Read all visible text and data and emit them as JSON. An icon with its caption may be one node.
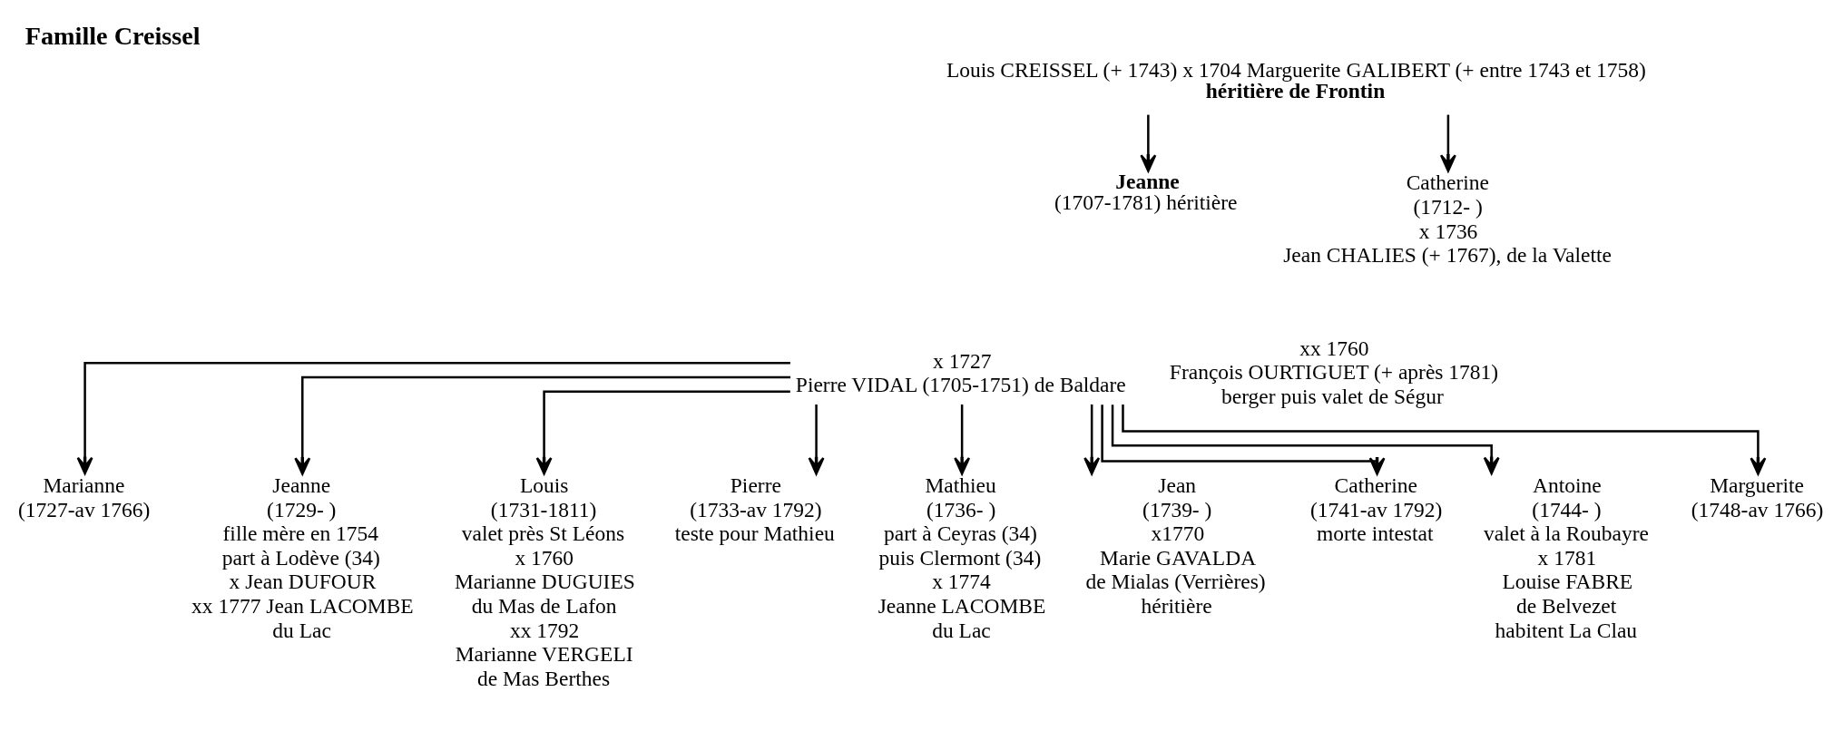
{
  "diagram": {
    "title": "Famille Creissel",
    "nodes": [
      {
        "text": [
          "Louis CREISSEL (+ 1743) x 1704 Marguerite GALIBERT (+ entre 1743 et 1758)",
          "héritière de Frontin"
        ]
      },
      {
        "text": [
          "Jeanne",
          "(1707-1781) héritière"
        ]
      },
      {
        "text": [
          "Catherine",
          "(1712- )",
          "x 1736",
          "Jean CHALIES (+ 1767), de la Valette"
        ]
      },
      {
        "text": [
          "x 1727",
          "Pierre VIDAL (1705-1751) de Baldare"
        ]
      },
      {
        "text": [
          "xx 1760",
          "François OURTIGUET (+ après 1781)",
          "berger puis valet de Ségur"
        ]
      },
      {
        "text": [
          "Marianne",
          "(1727-av 1766)"
        ]
      },
      {
        "text": [
          "Jeanne",
          "(1729- )",
          "fille mère en 1754",
          "part à Lodève (34)",
          "x Jean DUFOUR",
          "xx 1777 Jean LACOMBE",
          "du Lac"
        ]
      },
      {
        "text": [
          "Louis",
          "(1731-1811)",
          "valet près St Léons",
          "x 1760",
          "Marianne DUGUIES",
          "du Mas de Lafon",
          "xx 1792",
          "Marianne VERGELI",
          "de Mas Berthes"
        ]
      },
      {
        "text": [
          "Pierre",
          "(1733-av 1792)",
          "teste pour Mathieu"
        ]
      },
      {
        "text": [
          "Mathieu",
          "(1736- )",
          "part à Ceyras (34)",
          "puis Clermont (34)",
          "x 1774",
          "Jeanne LACOMBE",
          "du Lac"
        ]
      },
      {
        "text": [
          "Jean",
          "(1739- )",
          "x1770",
          "Marie GAVALDA",
          "de Mialas (Verrières)",
          "héritière"
        ]
      },
      {
        "text": [
          "Catherine",
          "(1741-av 1792)",
          "morte intestat"
        ]
      },
      {
        "text": [
          "Antoine",
          "(1744- )",
          "valet à la Roubayre",
          "x 1781",
          "Louise FABRE",
          "de Belvezet",
          "habitent La Clau"
        ]
      },
      {
        "text": [
          "Marguerite",
          "(1748-av 1766)"
        ]
      }
    ],
    "edges": [
      {
        "from": 0,
        "to": 1,
        "arrow": "to"
      },
      {
        "from": 0,
        "to": 2,
        "arrow": "to"
      },
      {
        "from": 3,
        "to": 5,
        "arrow": "to"
      },
      {
        "from": 3,
        "to": 6,
        "arrow": "to"
      },
      {
        "from": 3,
        "to": 7,
        "arrow": "to"
      },
      {
        "from": 3,
        "to": 8,
        "arrow": "to"
      },
      {
        "from": 3,
        "to": 9,
        "arrow": "to"
      },
      {
        "from": 3,
        "to": 10,
        "arrow": "to"
      },
      {
        "from": 3,
        "to": 11,
        "arrow": "to"
      },
      {
        "from": 3,
        "to": 12,
        "arrow": "to"
      },
      {
        "from": 3,
        "to": 13,
        "arrow": "to"
      }
    ]
  }
}
